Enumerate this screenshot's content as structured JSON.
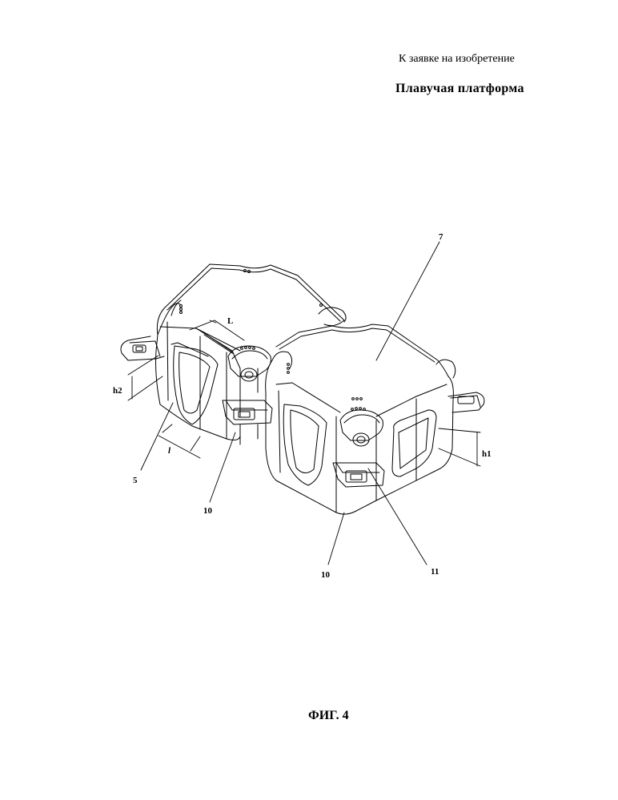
{
  "header": {
    "note": "К заявке на изобретение",
    "title": "Плавучая  платформа"
  },
  "figure": {
    "caption": "ФИГ. 4",
    "labels": {
      "ref_7": "7",
      "ref_L": "L",
      "ref_h2": "h2",
      "ref_h1": "h1",
      "ref_5": "5",
      "ref_l": "l",
      "ref_10a": "10",
      "ref_10b": "10",
      "ref_11": "11"
    }
  }
}
